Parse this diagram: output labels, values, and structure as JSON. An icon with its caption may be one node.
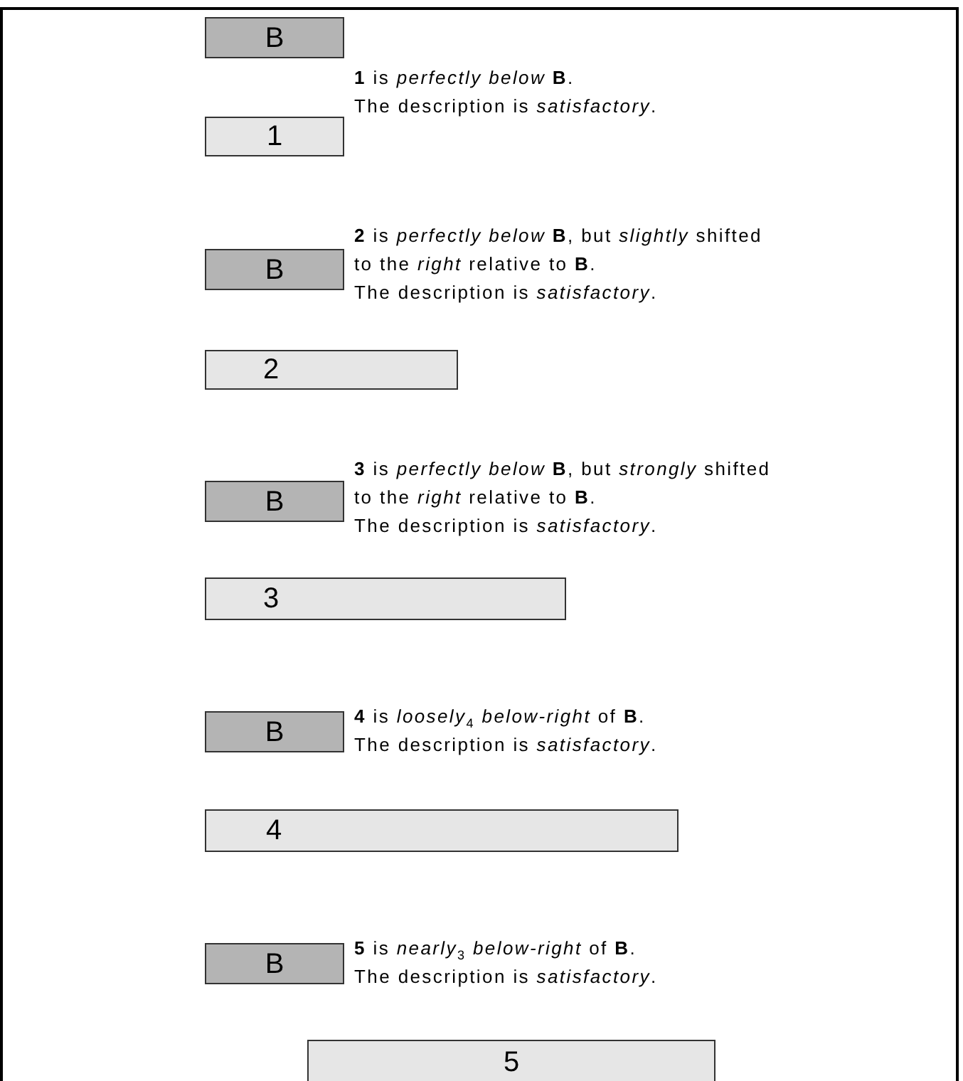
{
  "diagram": {
    "nodes": [
      {
        "text": [
          "B"
        ]
      },
      {
        "text": [
          "1"
        ]
      },
      {
        "text": [
          "B"
        ]
      },
      {
        "text": [
          "2"
        ]
      },
      {
        "text": [
          "B"
        ]
      },
      {
        "text": [
          "3"
        ]
      },
      {
        "text": [
          "B"
        ]
      },
      {
        "text": [
          "4"
        ]
      },
      {
        "text": [
          "B"
        ]
      },
      {
        "text": [
          "5"
        ]
      }
    ],
    "edges": [],
    "labels": [
      "**1** is *perfectly below* **B**.",
      "The description is *satisfactory*.",
      "**2** is *perfectly below* **B**, but *slightly* shifted to the *right* relative to **B**.",
      "The description is *satisfactory*.",
      "**3** is *perfectly below* **B**, but *strongly* shifted to the *right* relative to **B**.",
      "The description is *satisfactory*.",
      "**4** is *loosely*$_{4}$ *below-right* of **B**.",
      "The description is *satisfactory*.",
      "**5** is *nearly*$_{3}$ *below-right* of **B**.",
      "The description is *satisfactory*."
    ]
  }
}
